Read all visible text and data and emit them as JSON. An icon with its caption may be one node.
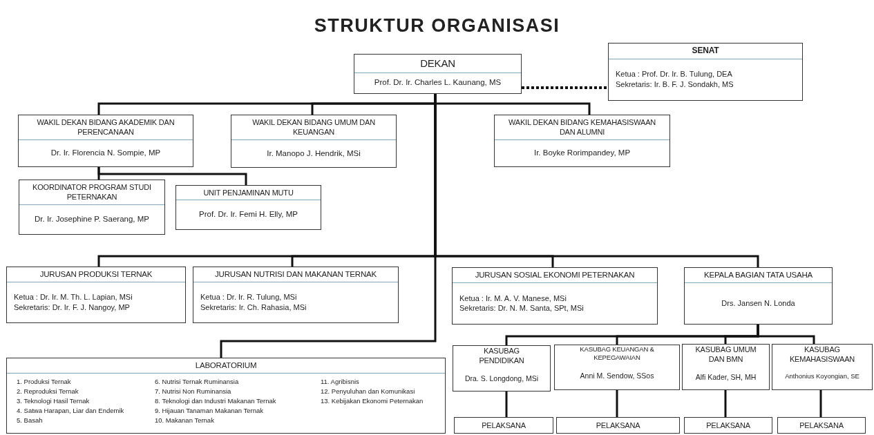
{
  "diagram": {
    "title": "STRUKTUR ORGANISASI",
    "nodes": [
      {
        "text": [
          "DEKAN",
          "Prof. Dr. Ir. Charles L. Kaunang, MS"
        ]
      },
      {
        "text": [
          "SENAT",
          "Ketua : Prof. Dr. Ir. B. Tulung, DEA",
          "Sekretaris: Ir. B. F. J. Sondakh, MS"
        ]
      },
      {
        "text": [
          "WAKIL DEKAN BIDANG AKADEMIK DAN PERENCANAAN",
          "Dr. Ir. Florencia N. Sompie, MP"
        ]
      },
      {
        "text": [
          "WAKIL DEKAN BIDANG UMUM DAN KEUANGAN",
          "Ir. Manopo J. Hendrik, MSi"
        ]
      },
      {
        "text": [
          "WAKIL DEKAN BIDANG KEMAHASISWAAN DAN ALUMNI",
          "Ir. Boyke Rorimpandey, MP"
        ]
      },
      {
        "text": [
          "KOORDINATOR PROGRAM STUDI PETERNAKAN",
          "Dr. Ir. Josephine P. Saerang, MP"
        ]
      },
      {
        "text": [
          "UNIT PENJAMINAN MUTU",
          "Prof. Dr. Ir. Femi H. Elly, MP"
        ]
      },
      {
        "text": [
          "JURUSAN PRODUKSI TERNAK",
          "Ketua : Dr. Ir. M. Th. L. Lapian, MSi",
          "Sekretaris: Dr. Ir. F. J. Nangoy, MP"
        ]
      },
      {
        "text": [
          "JURUSAN NUTRISI DAN MAKANAN TERNAK",
          "Ketua : Dr. Ir. R. Tulung, MSi",
          "Sekretaris: Ir. Ch. Rahasia, MSi"
        ]
      },
      {
        "text": [
          "JURUSAN SOSIAL EKONOMI PETERNAKAN",
          "Ketua : Ir. M. A. V. Manese, MSi",
          "Sekretaris: Dr. N. M. Santa, SPt, MSi"
        ]
      },
      {
        "text": [
          "KEPALA BAGIAN TATA USAHA",
          "Drs. Jansen N. Londa"
        ]
      },
      {
        "text": [
          "LABORATORIUM",
          "1. Produksi Ternak",
          "2. Reproduksi Ternak",
          "3. Teknologi Hasil Ternak",
          "4. Satwa Harapan, Liar dan Endemik",
          "5. Basah",
          "6. Nutrisi Ternak Ruminansia",
          "7. Nutrisi Non Ruminansia",
          "8. Teknologi dan Industri Makanan Ternak",
          "9. Hijauan Tanaman Makanan Ternak",
          "10. Makanan Ternak",
          "11. Agribisnis",
          "12. Penyuluhan dan Komunikasi",
          "13. Kebijakan Ekonomi Peternakan"
        ]
      },
      {
        "text": [
          "KASUBAG PENDIDIKAN",
          "Dra. S. Longdong, MSi"
        ]
      },
      {
        "text": [
          "KASUBAG KEUANGAN & KEPEGAWAIAN",
          "Anni M. Sendow, SSos"
        ]
      },
      {
        "text": [
          "KASUBAG UMUM DAN BMN",
          "Alfi Kader, SH, MH"
        ]
      },
      {
        "text": [
          "KASUBAG KEMAHASISWAAN",
          "Anthonius Koyongian, SE"
        ]
      },
      {
        "text": [
          "PELAKSANA"
        ]
      },
      {
        "text": [
          "PELAKSANA"
        ]
      },
      {
        "text": [
          "PELAKSANA"
        ]
      },
      {
        "text": [
          "PELAKSANA"
        ]
      }
    ],
    "edges": [
      {
        "from": 0,
        "to": 1,
        "arrow": "none",
        "style": "dashed"
      },
      {
        "from": 0,
        "to": 2,
        "arrow": "none"
      },
      {
        "from": 0,
        "to": 3,
        "arrow": "none"
      },
      {
        "from": 0,
        "to": 4,
        "arrow": "none"
      },
      {
        "from": 2,
        "to": 5,
        "arrow": "none"
      },
      {
        "from": 2,
        "to": 6,
        "arrow": "none"
      },
      {
        "from": 0,
        "to": 7,
        "arrow": "none"
      },
      {
        "from": 0,
        "to": 8,
        "arrow": "none"
      },
      {
        "from": 0,
        "to": 9,
        "arrow": "none"
      },
      {
        "from": 0,
        "to": 10,
        "arrow": "none"
      },
      {
        "from": 0,
        "to": 11,
        "arrow": "none"
      },
      {
        "from": 10,
        "to": 12,
        "arrow": "none"
      },
      {
        "from": 10,
        "to": 13,
        "arrow": "none"
      },
      {
        "from": 10,
        "to": 14,
        "arrow": "none"
      },
      {
        "from": 10,
        "to": 15,
        "arrow": "none"
      },
      {
        "from": 12,
        "to": 16,
        "arrow": "none"
      },
      {
        "from": 13,
        "to": 17,
        "arrow": "none"
      },
      {
        "from": 14,
        "to": 18,
        "arrow": "none"
      },
      {
        "from": 15,
        "to": 19,
        "arrow": "none"
      }
    ]
  }
}
